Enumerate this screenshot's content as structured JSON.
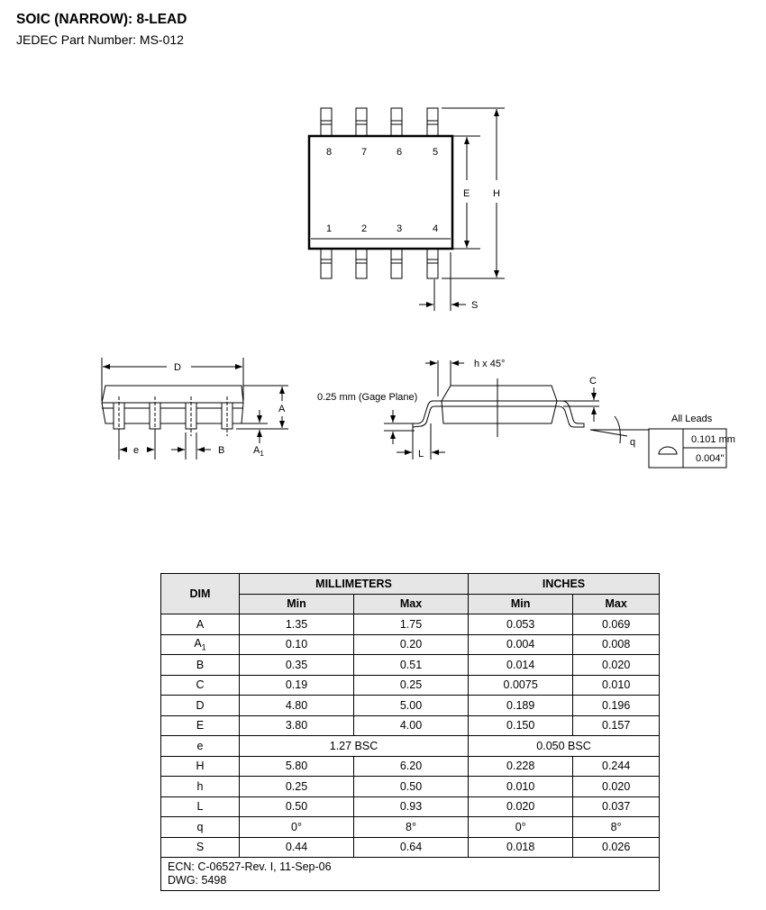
{
  "header": {
    "title": "SOIC (NARROW): 8-LEAD",
    "subtitle": "JEDEC Part Number: MS-012"
  },
  "top_view": {
    "pins_top": [
      "8",
      "7",
      "6",
      "5"
    ],
    "pins_bottom": [
      "1",
      "2",
      "3",
      "4"
    ],
    "label_E": "E",
    "label_H": "H",
    "label_S": "S"
  },
  "side_view": {
    "label_D": "D",
    "label_A": "A",
    "label_A1": "A",
    "label_A1_sub": "1",
    "label_e": "e",
    "label_B": "B"
  },
  "end_view": {
    "chamfer": "h x 45°",
    "gage": "0.25 mm (Gage Plane)",
    "label_C": "C",
    "label_L": "L",
    "label_q": "q",
    "all_leads": "All Leads",
    "flat_mm": "0.101 mm",
    "flat_in": "0.004\""
  },
  "table": {
    "dim_header": "DIM",
    "mm_header": "MILLIMETERS",
    "in_header": "INCHES",
    "min": "Min",
    "max": "Max",
    "rows": [
      {
        "dim": "A",
        "mm_min": "1.35",
        "mm_max": "1.75",
        "in_min": "0.053",
        "in_max": "0.069"
      },
      {
        "dim": "A",
        "sub": "1",
        "mm_min": "0.10",
        "mm_max": "0.20",
        "in_min": "0.004",
        "in_max": "0.008"
      },
      {
        "dim": "B",
        "mm_min": "0.35",
        "mm_max": "0.51",
        "in_min": "0.014",
        "in_max": "0.020"
      },
      {
        "dim": "C",
        "mm_min": "0.19",
        "mm_max": "0.25",
        "in_min": "0.0075",
        "in_max": "0.010"
      },
      {
        "dim": "D",
        "mm_min": "4.80",
        "mm_max": "5.00",
        "in_min": "0.189",
        "in_max": "0.196"
      },
      {
        "dim": "E",
        "mm_min": "3.80",
        "mm_max": "4.00",
        "in_min": "0.150",
        "in_max": "0.157"
      },
      {
        "dim": "e",
        "mm_span": "1.27 BSC",
        "in_span": "0.050 BSC"
      },
      {
        "dim": "H",
        "mm_min": "5.80",
        "mm_max": "6.20",
        "in_min": "0.228",
        "in_max": "0.244"
      },
      {
        "dim": "h",
        "mm_min": "0.25",
        "mm_max": "0.50",
        "in_min": "0.010",
        "in_max": "0.020"
      },
      {
        "dim": "L",
        "mm_min": "0.50",
        "mm_max": "0.93",
        "in_min": "0.020",
        "in_max": "0.037"
      },
      {
        "dim": "q",
        "mm_min": "0°",
        "mm_max": "8°",
        "in_min": "0°",
        "in_max": "8°"
      },
      {
        "dim": "S",
        "mm_min": "0.44",
        "mm_max": "0.64",
        "in_min": "0.018",
        "in_max": "0.026"
      }
    ],
    "footer": [
      "ECN: C-06527-Rev. I, 11-Sep-06",
      "DWG: 5498"
    ]
  }
}
